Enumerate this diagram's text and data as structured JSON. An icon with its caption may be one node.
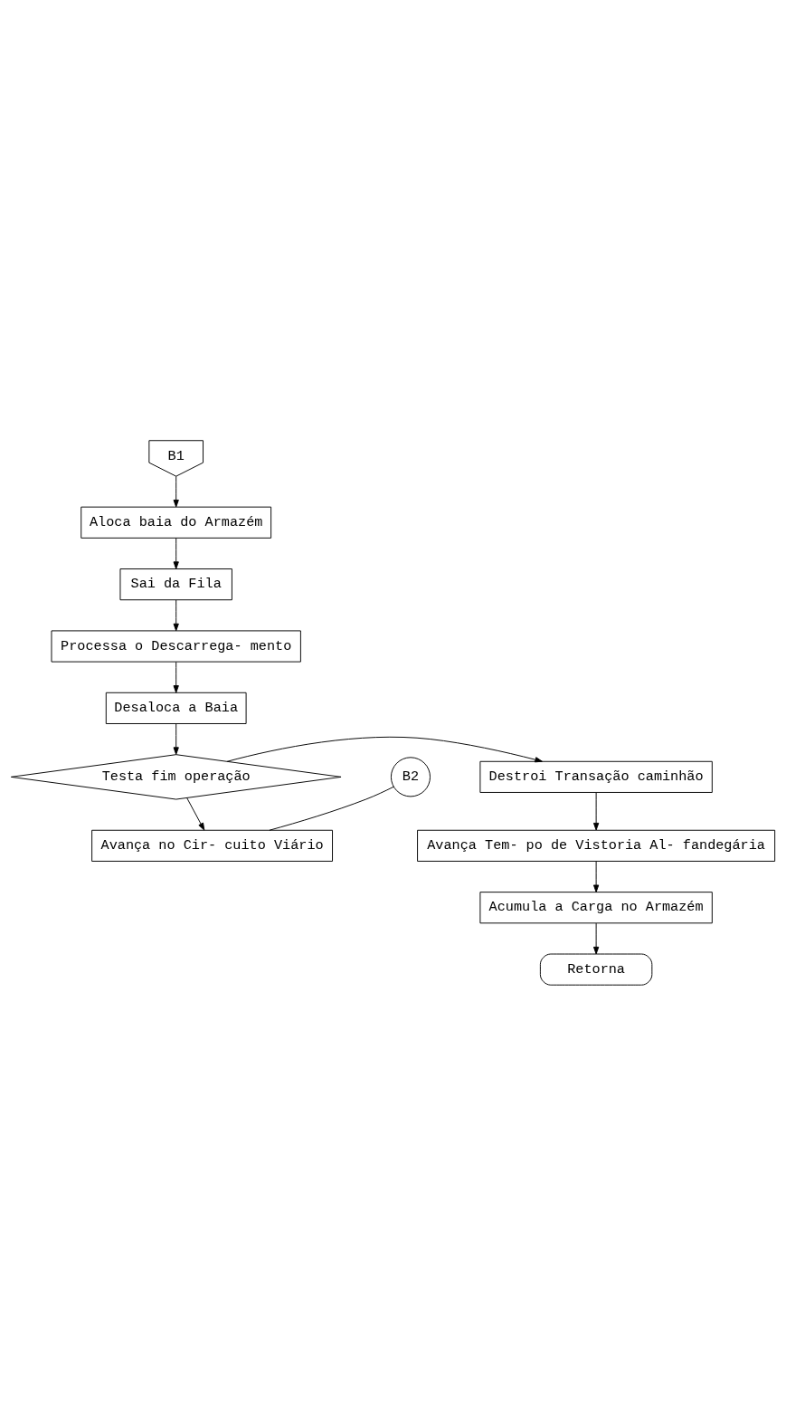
{
  "diagram": {
    "nodes": [
      {
        "text": [
          "B1"
        ]
      },
      {
        "text": [
          "Aloca baia do Armazém"
        ]
      },
      {
        "text": [
          "Sai da Fila"
        ]
      },
      {
        "text": [
          "Processa o Descarrega- mento"
        ]
      },
      {
        "text": [
          "Desaloca a Baia"
        ]
      },
      {
        "text": [
          "B2"
        ]
      },
      {
        "text": [
          "Testa fim operação"
        ]
      },
      {
        "text": [
          "Destroi Transação caminhão"
        ]
      },
      {
        "text": [
          "Avança no Cir- cuito Viário"
        ]
      },
      {
        "text": [
          "Avança Tem- po de Vistoria Al- fandegária"
        ]
      },
      {
        "text": [
          "Acumula a Carga no Armazém"
        ]
      },
      {
        "text": [
          "Retorna"
        ]
      }
    ],
    "edges": [
      {
        "from": 0,
        "to": 1,
        "arrow": "to"
      },
      {
        "from": 1,
        "to": 2,
        "arrow": "to"
      },
      {
        "from": 2,
        "to": 3,
        "arrow": "to"
      },
      {
        "from": 3,
        "to": 4,
        "arrow": "to"
      },
      {
        "from": 4,
        "to": 6,
        "arrow": "to"
      },
      {
        "from": 6,
        "to": 7,
        "arrow": "to"
      },
      {
        "from": 6,
        "to": 8,
        "arrow": "to"
      },
      {
        "from": 5,
        "to": 8,
        "arrow": "none"
      },
      {
        "from": 7,
        "to": 9,
        "arrow": "to"
      },
      {
        "from": 9,
        "to": 10,
        "arrow": "to"
      },
      {
        "from": 10,
        "to": 11,
        "arrow": "to"
      }
    ]
  }
}
